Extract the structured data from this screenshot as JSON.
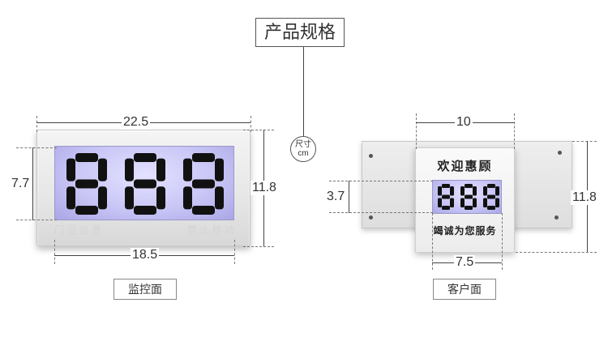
{
  "title": "产品规格",
  "unit": {
    "line1": "尺寸",
    "line2": "cm"
  },
  "monitor": {
    "caption": "监控面",
    "width_top": "22.5",
    "width_bottom": "18.5",
    "height_left": "7.7",
    "height_right": "11.8",
    "digits": "888",
    "sub_text_left": "门 迎 位 置",
    "sub_text_right": "禁 止 移 动"
  },
  "customer": {
    "caption": "客户面",
    "width_top": "10",
    "width_bottom": "7.5",
    "height_left": "3.7",
    "height_right": "11.8",
    "digits": "888",
    "top_text": "欢迎惠顾",
    "bottom_text": "竭诚为您服务"
  },
  "colors": {
    "screen": "#c9c6f6",
    "digit": "#111111",
    "panel": "#e6e6e6"
  }
}
